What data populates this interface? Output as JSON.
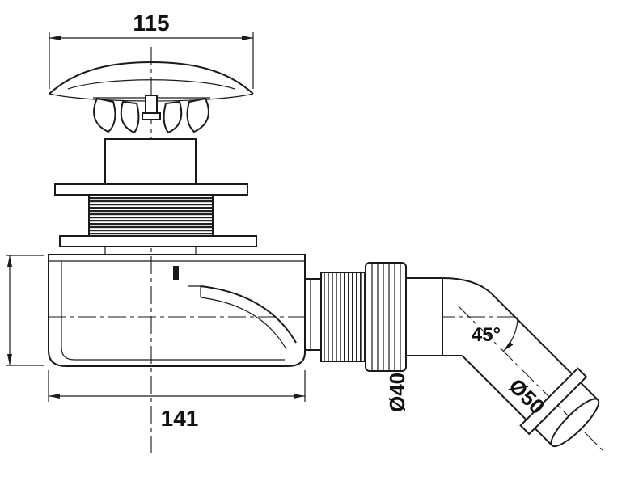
{
  "drawing": {
    "background": "#ffffff",
    "line_color": "#1a1a1a",
    "labels": {
      "dim_cap_width": "115",
      "dim_body_width": "141",
      "outlet_angle": "45°",
      "inlet_diameter": "Ø40",
      "outlet_diameter": "Ø50"
    }
  }
}
